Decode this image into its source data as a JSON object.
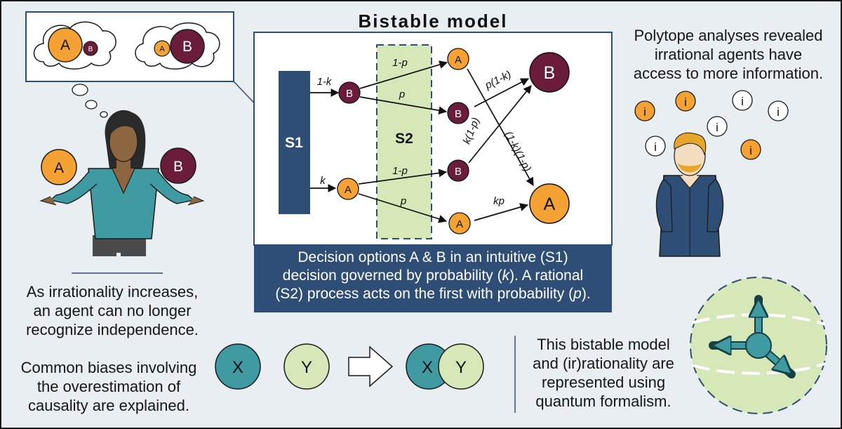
{
  "title": "Bistable model",
  "thought_bubbles": {
    "left_big": "A",
    "left_small": "B",
    "right_small": "A",
    "right_big": "B"
  },
  "agent_left": {
    "option_a": "A",
    "option_b": "B"
  },
  "model": {
    "s1_label": "S1",
    "s2_label": "S2",
    "node_b": "B",
    "node_a": "A",
    "out_b": "B",
    "out_a": "A",
    "edge_1k": "1-k",
    "edge_k": "k",
    "edge_1p_top": "1-p",
    "edge_p_top": "p",
    "edge_1p_bottom": "1-p",
    "edge_p_bottom": "p",
    "edge_p1k": "p(1-k)",
    "edge_k1p": "k(1-p)",
    "edge_1k1p": "(1-k)(1-p)",
    "edge_kp": "kp"
  },
  "caption": {
    "line1": "Decision options A & B in an intuitive (S1)",
    "line2a": "decision governed by probability (",
    "line2k": "k",
    "line2b": ").  A rational",
    "line3a": "(S2) process acts on the first with probability (",
    "line3p": "p",
    "line3b": ")."
  },
  "right_text": {
    "line1": "Polytope analyses revealed",
    "line2": "irrational agents have",
    "line3": "access to more information."
  },
  "info_symbol": "i",
  "left_text": {
    "line1": "As irrationality increases,",
    "line2": "an agent can no longer",
    "line3": "recognize independence."
  },
  "bottom_left_text": {
    "line1": "Common biases involving",
    "line2": "the overestimation of",
    "line3": "causality are explained."
  },
  "venn": {
    "x": "X",
    "y": "Y",
    "overlap_x": "X",
    "overlap_y": "Y"
  },
  "bottom_right_text": {
    "line1": "This bistable model",
    "line2": "and (ir)rationality are",
    "line3": "represented using",
    "line4": "quantum formalism."
  },
  "colors": {
    "orange": "#f4a233",
    "maroon": "#6b1c3a",
    "navy": "#2e4e76",
    "light_green": "#d6e7b8",
    "teal": "#3f9aa2",
    "background": "#e9eef2"
  }
}
